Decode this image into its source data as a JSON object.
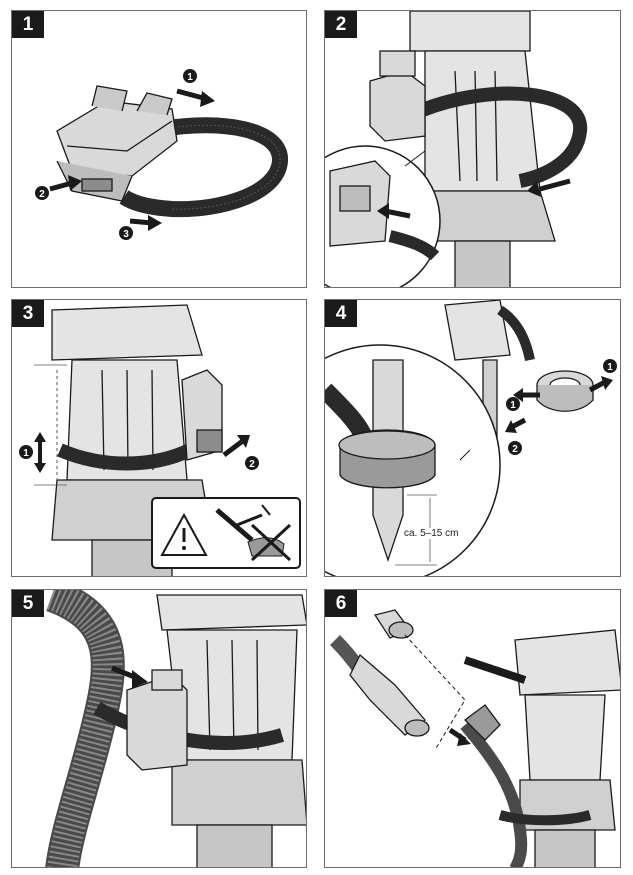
{
  "panels": [
    {
      "number": "1"
    },
    {
      "number": "2"
    },
    {
      "number": "3"
    },
    {
      "number": "4",
      "dimension_label": "ca. 5–15 cm"
    },
    {
      "number": "5"
    },
    {
      "number": "6"
    }
  ],
  "callouts": {
    "p1": [
      "1",
      "2",
      "3"
    ],
    "p3": [
      "1",
      "2"
    ],
    "p4": [
      "1",
      "1",
      "2"
    ]
  },
  "colors": {
    "outline": "#1a1a1a",
    "strap": "#2a2a2a",
    "tool_fill": "#d9d9d9",
    "tool_dark": "#8c8c8c",
    "frame": "#6e6e6e"
  }
}
